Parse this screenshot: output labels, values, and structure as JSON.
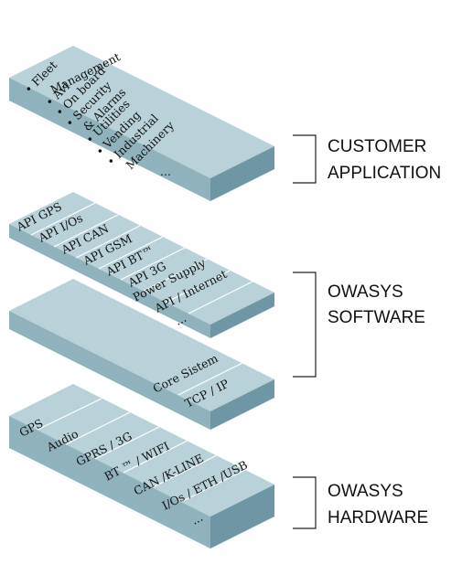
{
  "customer": {
    "items": [
      "• Fleet",
      "Management",
      "• Avl",
      "• On board",
      "• Security",
      "& Alarms",
      "• Utilities",
      "• Vending",
      "• Industrial",
      "Machinery",
      "..."
    ],
    "label_line1": "CUSTOMER",
    "label_line2": "APPLICATION"
  },
  "software": {
    "api_items": [
      "API GPS",
      "API I/Os",
      "API CAN",
      "API GSM",
      "API BT™",
      "API 3G",
      "Power Supply",
      "API / Internet",
      "..."
    ],
    "core_items": [
      "Core Sistem",
      "TCP / IP"
    ],
    "label_line1": "OWASYS",
    "label_line2": "SOFTWARE"
  },
  "hardware": {
    "items": [
      "GPS",
      "Audio",
      "GPRS / 3G",
      "BT ™ / WIFI",
      "CAN /K-LINE",
      "I/Os / ETH /USB",
      "..."
    ],
    "label_line1": "OWASYS",
    "label_line2": "HARDWARE"
  },
  "colors": {
    "top_face": "#b9d2d9",
    "front_face": "#90b2bd",
    "right_face": "#6f96a4"
  }
}
